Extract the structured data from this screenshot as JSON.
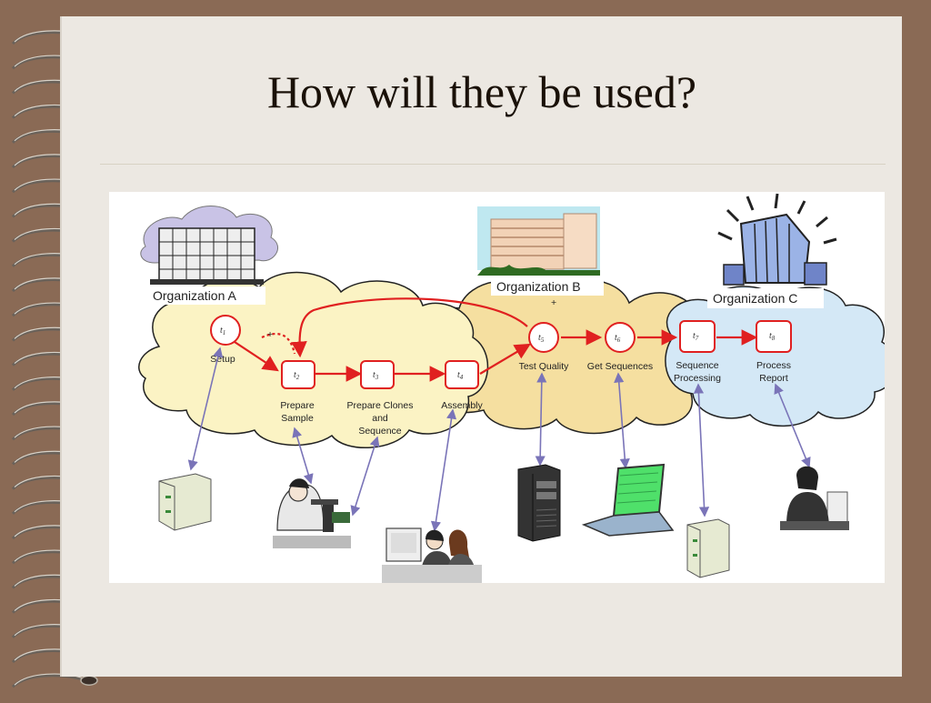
{
  "slide": {
    "title": "How will they be used?"
  },
  "organizations": [
    {
      "name": "Organization A"
    },
    {
      "name": "Organization B"
    },
    {
      "name": "Organization C"
    }
  ],
  "tasks": [
    {
      "id": "t1",
      "sub": "1",
      "lines": [
        "Setup"
      ]
    },
    {
      "id": "t2",
      "sub": "2",
      "lines": [
        "Prepare",
        "Sample"
      ]
    },
    {
      "id": "t3",
      "sub": "3",
      "lines": [
        "Prepare Clones",
        "and",
        "Sequence"
      ]
    },
    {
      "id": "t4",
      "sub": "4",
      "lines": [
        "Assembly"
      ]
    },
    {
      "id": "t5",
      "sub": "5",
      "lines": [
        "Test Quality"
      ]
    },
    {
      "id": "t6",
      "sub": "6",
      "lines": [
        "Get Sequences"
      ]
    },
    {
      "id": "t7",
      "sub": "7",
      "lines": [
        "Sequence",
        "Processing"
      ]
    },
    {
      "id": "t8",
      "sub": "8",
      "lines": [
        "Process",
        "Report"
      ]
    }
  ],
  "plus_sign": "+",
  "colors": {
    "accent_red": "#e02020",
    "cloud_a": "#fbf3c4",
    "cloud_b": "#f5dfa0",
    "cloud_c": "#d4e8f6",
    "link_purple": "#7a74b8"
  }
}
